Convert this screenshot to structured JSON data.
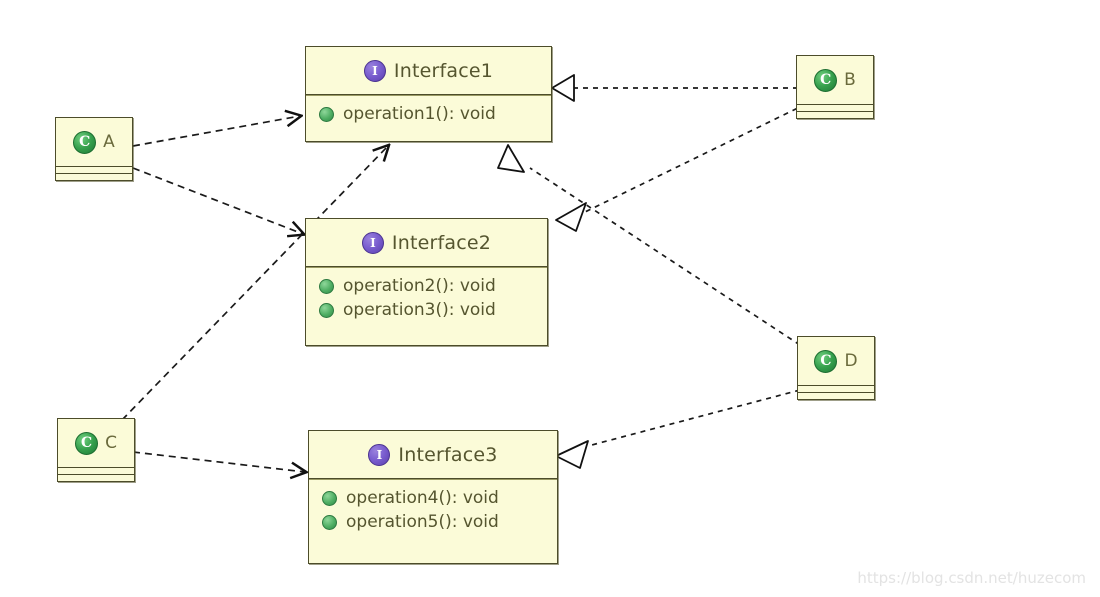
{
  "diagram": {
    "type": "uml-class-diagram",
    "background_color": "#ffffff",
    "box_fill_color": "#fbfbd8",
    "box_border_color": "#4c4c2a",
    "interface_icon_color": "#6b4fc4",
    "class_icon_color": "#2f9a46",
    "operation_bullet_color": "#4fae63",
    "line_color": "#1a1a1a"
  },
  "interfaces": [
    {
      "id": "interface1",
      "name": "Interface1",
      "icon": "interface-icon",
      "icon_letter": "I",
      "operations": [
        {
          "label": "operation1(): void",
          "icon": "public-member-icon"
        }
      ]
    },
    {
      "id": "interface2",
      "name": "Interface2",
      "icon": "interface-icon",
      "icon_letter": "I",
      "operations": [
        {
          "label": "operation2(): void",
          "icon": "public-member-icon"
        },
        {
          "label": "operation3(): void",
          "icon": "public-member-icon"
        }
      ]
    },
    {
      "id": "interface3",
      "name": "Interface3",
      "icon": "interface-icon",
      "icon_letter": "I",
      "operations": [
        {
          "label": "operation4(): void",
          "icon": "public-member-icon"
        },
        {
          "label": "operation5(): void",
          "icon": "public-member-icon"
        }
      ]
    }
  ],
  "classes": [
    {
      "id": "classA",
      "name": "A",
      "icon": "class-icon",
      "icon_letter": "C"
    },
    {
      "id": "classB",
      "name": "B",
      "icon": "class-icon",
      "icon_letter": "C"
    },
    {
      "id": "classC",
      "name": "C",
      "icon": "class-icon",
      "icon_letter": "C"
    },
    {
      "id": "classD",
      "name": "D",
      "icon": "class-icon",
      "icon_letter": "C"
    }
  ],
  "relationships": [
    {
      "id": "rel-a-i1",
      "from": "A",
      "to": "Interface1",
      "kind": "dependency",
      "line": "dashed",
      "arrow": "open-arrow"
    },
    {
      "id": "rel-a-i2",
      "from": "A",
      "to": "Interface2",
      "kind": "dependency",
      "line": "dashed",
      "arrow": "open-arrow"
    },
    {
      "id": "rel-c-i1",
      "from": "C",
      "to": "Interface1",
      "kind": "dependency",
      "line": "dashed",
      "arrow": "open-arrow"
    },
    {
      "id": "rel-c-i3",
      "from": "C",
      "to": "Interface3",
      "kind": "dependency",
      "line": "dashed",
      "arrow": "open-arrow"
    },
    {
      "id": "rel-b-i1",
      "from": "B",
      "to": "Interface1",
      "kind": "realization",
      "line": "dashed",
      "arrow": "hollow-triangle"
    },
    {
      "id": "rel-b-i2",
      "from": "B",
      "to": "Interface2",
      "kind": "realization",
      "line": "dashed",
      "arrow": "hollow-triangle"
    },
    {
      "id": "rel-d-i1",
      "from": "D",
      "to": "Interface1",
      "kind": "realization",
      "line": "dashed",
      "arrow": "hollow-triangle"
    },
    {
      "id": "rel-d-i3",
      "from": "D",
      "to": "Interface3",
      "kind": "realization",
      "line": "dashed",
      "arrow": "hollow-triangle"
    }
  ],
  "watermark": {
    "text": "https://blog.csdn.net/huzecom"
  }
}
